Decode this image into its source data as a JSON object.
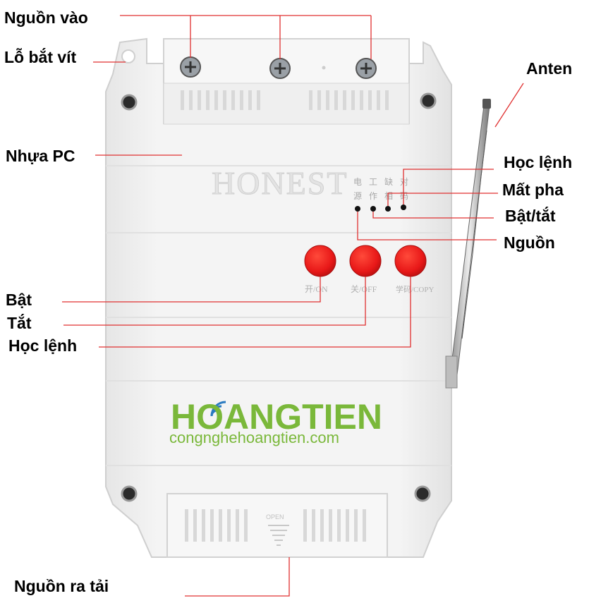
{
  "labels": {
    "power_in": "Nguồn vào",
    "screw_hole": "Lỗ bắt vít",
    "antenna": "Anten",
    "pc_plastic": "Nhựa PC",
    "learn_led": "Học lệnh",
    "phase_loss_led": "Mất pha",
    "onoff_led": "Bật/tắt",
    "power_led": "Nguồn",
    "on_button": "Bật",
    "off_button": "Tắt",
    "learn_button": "Học lệnh",
    "power_out": "Nguồn ra tải"
  },
  "device": {
    "brand": "HONEST",
    "led_labels_top": [
      "电",
      "工",
      "缺",
      "对"
    ],
    "led_labels_bottom": [
      "源",
      "作",
      "相",
      "码"
    ],
    "btn_on": "开/ON",
    "btn_off": "关/OFF",
    "btn_copy": "学码/COPY",
    "cover_text": "OPEN"
  },
  "watermark": {
    "logo": "HOANGTIEN",
    "url": "congnghehoangtien.com"
  },
  "colors": {
    "leader_line": "#e03030",
    "button_red": "#e81818",
    "housing": "#f1f1f1",
    "watermark_green": "#7ab83a"
  }
}
